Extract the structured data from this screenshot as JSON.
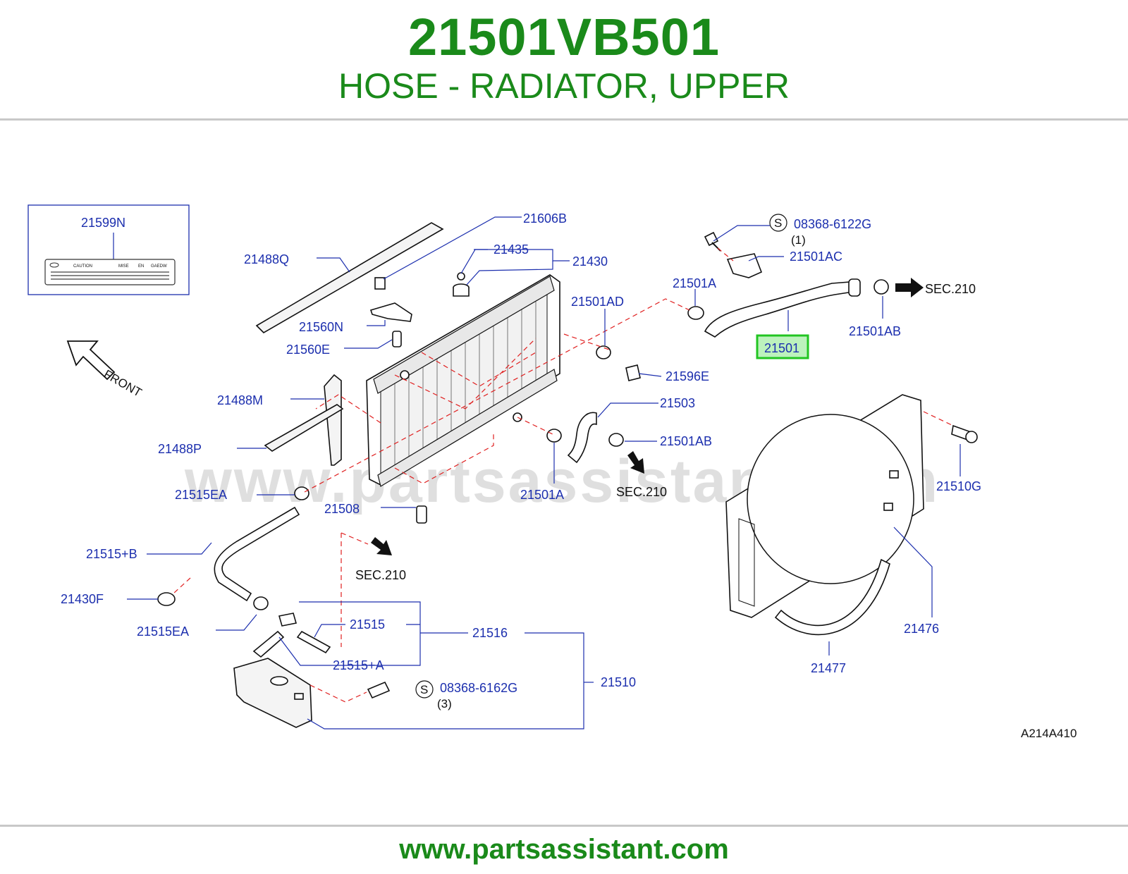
{
  "header": {
    "part_number": "21501VB501",
    "part_description": "HOSE - RADIATOR, UPPER"
  },
  "diagram": {
    "inset_label": "21599N",
    "label_sticker_text": [
      "CAUTION",
      "MISE",
      "EN",
      "GAEDW"
    ],
    "front_label": "FRONT",
    "highlighted_part": "21501",
    "sec_label": "SEC.210",
    "callouts": {
      "c21606B": "21606B",
      "c21435": "21435",
      "c21430": "21430",
      "c21488Q": "21488Q",
      "c21560N": "21560N",
      "c21560E": "21560E",
      "c21488M": "21488M",
      "c21488P": "21488P",
      "c21515EA_top": "21515EA",
      "c21508": "21508",
      "c21515B": "21515+B",
      "c21430F": "21430F",
      "c21515EA_bot": "21515EA",
      "c21515": "21515",
      "c21516": "21516",
      "c21515A": "21515+A",
      "c21510": "21510",
      "c08368_6162G": "08368-6162G",
      "c08368_6162G_qty": "(3)",
      "c08368_6122G": "08368-6122G",
      "c08368_6122G_qty": "(1)",
      "c21501AC": "21501AC",
      "c21501A_top": "21501A",
      "c21501AB_top": "21501AB",
      "c21501AD": "21501AD",
      "c21596E": "21596E",
      "c21503": "21503",
      "c21501AB_mid": "21501AB",
      "c21501A_mid": "21501A",
      "c21510G": "21510G",
      "c21476": "21476",
      "c21477": "21477"
    },
    "screw_marker": "S",
    "drawing_code": "A214A410",
    "watermark": "www.partsassistant.com"
  },
  "footer": {
    "url": "www.partsassistant.com"
  },
  "colors": {
    "brand_green": "#1a8a1a",
    "callout_blue": "#1c2fae",
    "highlight_green": "#22c522",
    "dash_red": "#e02020"
  }
}
